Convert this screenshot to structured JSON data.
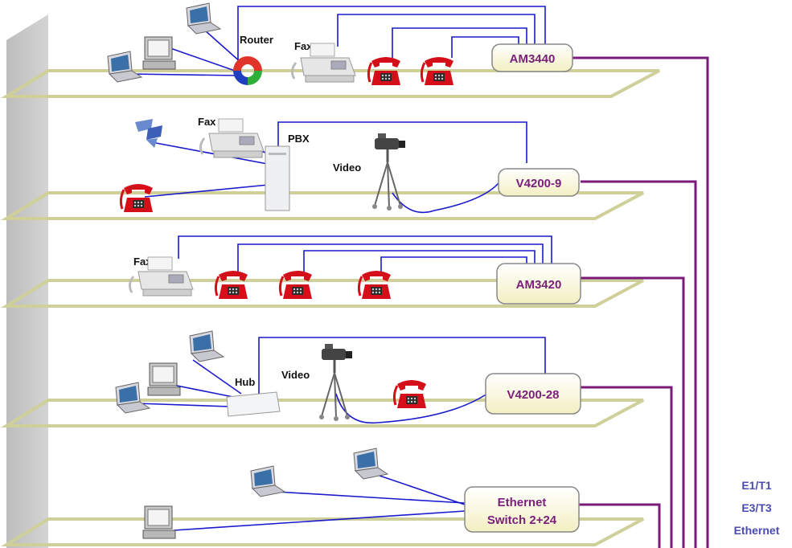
{
  "devices": {
    "am3440": "AM3440",
    "v4200_9": "V4200-9",
    "am3420": "AM3420",
    "v4200_28": "V4200-28",
    "switch_line1": "Ethernet",
    "switch_line2": "Switch 2+24"
  },
  "labels": {
    "router": "Router",
    "fax_floor1": "Fax",
    "fax_floor2": "Fax",
    "pbx": "PBX",
    "video_floor2": "Video",
    "fax_floor3": "Fax",
    "hub": "Hub",
    "video_floor4": "Video"
  },
  "legend": [
    "E1/T1",
    "E3/T3",
    "Ethernet"
  ],
  "colors": {
    "wall": "#c8c8c8",
    "floor": "#cfcf9a",
    "lan_line": "#1a1acc",
    "wan_line": "#7a1a7a",
    "device_fill": "#fdfbd6",
    "device_text": "#7a1f7a",
    "phone": "#d40f1a",
    "legend_text": "#4a4ab0"
  }
}
